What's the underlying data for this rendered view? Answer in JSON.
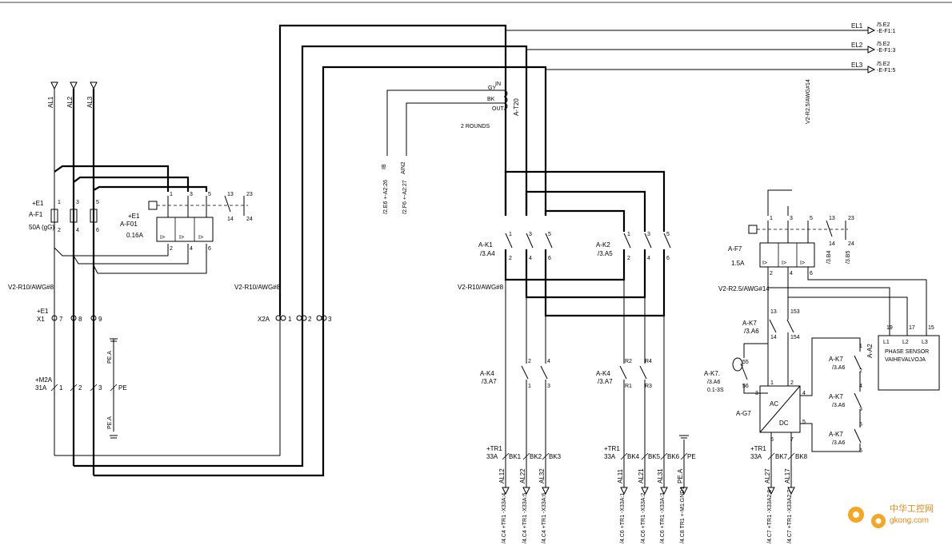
{
  "supply": {
    "al1": "AL1",
    "al2": "AL2",
    "al3": "AL3",
    "e1": "+E1",
    "fuse_tag": "A-F1",
    "fuse_rating": "50A (gG)",
    "fuse_terms": [
      "1",
      "2",
      "3",
      "4",
      "5",
      "6"
    ],
    "relay_e1": "+E1",
    "relay_tag": "A-F01",
    "relay_rating": "0.16A",
    "relay_terms_top": [
      "1",
      "3",
      "5",
      "13",
      "23"
    ],
    "relay_terms_bot": [
      "2",
      "4",
      "6",
      "14",
      "24"
    ],
    "cable_left": "V2-R10/AWG#8",
    "cable_mid": "V2-R10/AWG#8",
    "x1_e1": "+E1",
    "x1": "X1",
    "x1_terms": [
      "7",
      "8",
      "9"
    ],
    "m2a": "+M2A",
    "m2a_rating": "31A",
    "m2a_terms": [
      "1",
      "2",
      "3"
    ],
    "pe": "PE",
    "pe_a_top": "PE.A",
    "pe_a_bot": "PE.A",
    "x2a": "X2A",
    "x2a_terms": [
      "1",
      "2",
      "3"
    ]
  },
  "ct": {
    "gy": "GY",
    "bk": "BK",
    "out": "OUT",
    "in": "IN",
    "tag": "A-T20",
    "rounds": "2 ROUNDS",
    "ib": "IB",
    "ain2": "AIN2",
    "ref1": "/2.E6 +-A2:26",
    "ref2": "/2.F6 +-A2:27"
  },
  "outputs": {
    "el1": "EL1",
    "el2": "EL2",
    "el3": "EL3",
    "el1_ref": "/5.E2",
    "el1_ref2": "-E-F1:1",
    "el2_ref": "/5.E2",
    "el2_ref2": "-E-F1:3",
    "el3_ref": "/5.E2",
    "el3_ref2": "-E-F1:5",
    "cable_right": "V2-R2.5/AWG#14"
  },
  "contactors": {
    "k1_tag": "A-K1",
    "k1_ref": "/3.A4",
    "k2_tag": "A-K2",
    "k2_ref": "/3.A5",
    "k_terms_top": [
      "1",
      "3",
      "5"
    ],
    "k_terms_bot": [
      "2",
      "4",
      "6"
    ],
    "cable_k": "V2-R10/AWG#8",
    "k4a_tag": "A-K4",
    "k4a_ref": "/3.A7",
    "k4a_terms_top": [
      "2",
      "4"
    ],
    "k4a_terms_bot": [
      "1",
      "3"
    ],
    "k4b_tag": "A-K4",
    "k4b_ref": "/3.A7",
    "k4b_terms_top": [
      "R2",
      "R4"
    ],
    "k4b_terms_bot": [
      "R1",
      "R3"
    ]
  },
  "terminals": {
    "tr1a": "+TR1",
    "tr1a_rating": "33A",
    "tr1a_labels": [
      "BK1",
      "BK2",
      "BK3"
    ],
    "tr1b": "+TR1",
    "tr1b_rating": "33A",
    "tr1b_labels": [
      "BK4",
      "BK5",
      "BK6",
      "PE"
    ],
    "tr1c": "+TR1",
    "tr1c_rating": "33A",
    "tr1c_labels": [
      "BK7",
      "BK8"
    ],
    "wires_a": [
      "AL12",
      "AL22",
      "AL32"
    ],
    "wires_b": [
      "AL11",
      "AL21",
      "AL31",
      "PE.A"
    ],
    "wires_c": [
      "AL27",
      "AL17"
    ],
    "refs_a": [
      "/4.C4 +TR1 -X33A:4",
      "/4.C4 +TR1 -X33A:5",
      "/4.C4 +TR1 -X33A:6"
    ],
    "refs_b": [
      "/4.C6 +TR1 -X33A:1",
      "/4.C6 +TR1 -X33A:2",
      "/4.C6 +TR1 -X33A:3",
      "/4.C8 TR1 +-M1:GND1"
    ],
    "refs_c": [
      "/4.C7 +TR1 -X33A2:8",
      "/4.C7 +TR1 -X33A2:7"
    ]
  },
  "right_section": {
    "f7_tag": "A-F7",
    "f7_rating": "1.5A",
    "f7_terms_top": [
      "1",
      "3",
      "5",
      "13",
      "23"
    ],
    "f7_terms_bot": [
      "2",
      "4",
      "6",
      "14",
      "24"
    ],
    "f7_refs": [
      "/3.B4",
      "/3.B5"
    ],
    "cable": "V2-R2.5/AWG#14",
    "k7_tag": "A-K7",
    "k7_ref": "/3.A6",
    "k7_terms": [
      "13",
      "14",
      "153",
      "154"
    ],
    "k7t_tag": "A-K7.",
    "k7t_ref": "/3.A6",
    "k7t_time": "0.1-3S",
    "k7t_terms": [
      "55",
      "56"
    ],
    "g7_tag": "A-G7",
    "g7_ac": "AC",
    "g7_dc": "DC",
    "g7_terms": [
      "1",
      "2",
      "3",
      "4",
      "5",
      "6",
      "7"
    ],
    "a2_tag": "A-A2",
    "k7_right": [
      {
        "tag": "A-K7",
        "ref": "/3.A6",
        "a": "1",
        "b": "2"
      },
      {
        "tag": "A-K7",
        "ref": "/3.A6",
        "a": "4",
        "b": "3"
      },
      {
        "tag": "A-K7",
        "ref": "/3.A6",
        "a": "5",
        "b": "6"
      }
    ],
    "phase_terms": [
      "19",
      "17",
      "15"
    ],
    "phase_l": [
      "L1",
      "L2",
      "L3"
    ],
    "phase_title": "PHASE SENSOR",
    "phase_sub": "VAIHEVALVOJA"
  },
  "watermark": {
    "cn": "中华工控网",
    "url": "gkong.com"
  }
}
